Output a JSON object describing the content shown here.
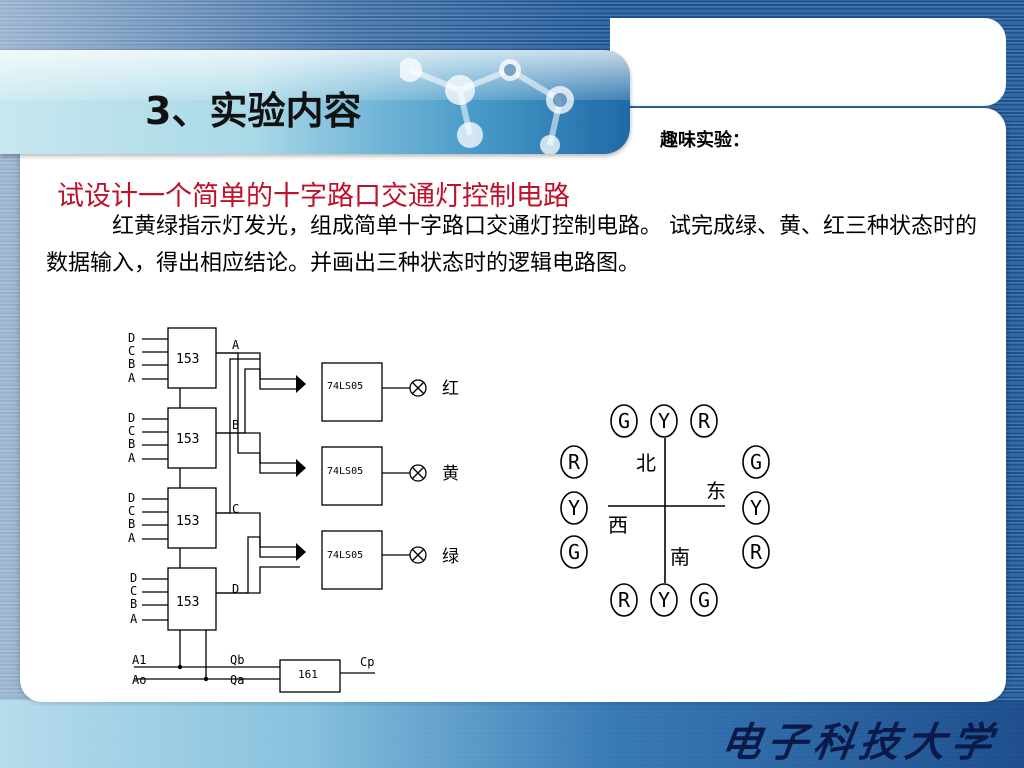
{
  "slide": {
    "title": "3、实验内容",
    "note": "趣味实验：",
    "heading": "试设计一个简单的十字路口交通灯控制电路",
    "paragraph": "红黄绿指示灯发光，组成简单十字路口交通灯控制电路。 试完成绿、黄、红三种状态时的数据输入，得出相应结论。并画出三种状态时的逻辑电路图。",
    "footer_logo": "电子科技大学"
  },
  "circuit": {
    "mux_label": "153",
    "mux_inputs": [
      "D",
      "C",
      "B",
      "A"
    ],
    "mux_outputs": [
      "A",
      "B",
      "C",
      "D"
    ],
    "gate_label": "74LS05",
    "lamps": [
      "红",
      "黄",
      "绿"
    ],
    "counter_label": "161",
    "counter_inputs": [
      "A1",
      "Ao"
    ],
    "counter_outputs": [
      "Qb",
      "Qa"
    ],
    "clock_label": "Cp"
  },
  "intersection": {
    "directions": {
      "north": "北",
      "east": "东",
      "west": "西",
      "south": "南"
    },
    "top_lights": [
      "G",
      "Y",
      "R"
    ],
    "left_lights": [
      "R",
      "Y",
      "G"
    ],
    "right_lights": [
      "G",
      "Y",
      "R"
    ],
    "bottom_lights": [
      "R",
      "Y",
      "G"
    ]
  },
  "colors": {
    "heading": "#c0102a",
    "background": "#1e4f8a"
  }
}
